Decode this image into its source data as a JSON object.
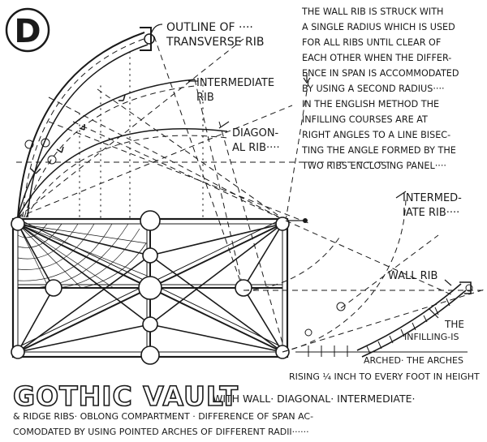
{
  "plate_letter": "D",
  "labels": {
    "outline_transverse": [
      "OUTLINE OF ····",
      "TRANSVERSE RIB"
    ],
    "intermediate_top": [
      "INTERMEDIATE",
      "RIB"
    ],
    "diagonal": [
      "DIAGON-",
      "AL RIB····"
    ],
    "intermediate_right": [
      "INTERMED-",
      "IATE RIB····"
    ],
    "wall_rib": "WALL RIB",
    "infilling": [
      "THE",
      "INFILLING-IS",
      "ARCHED· THE ARCHES"
    ],
    "rising": "RISING ¼ INCH TO EVERY FOOT IN HEIGHT"
  },
  "description_lines": [
    "THE WALL RIB IS STRUCK WITH",
    "A SINGLE RADIUS WHICH IS USED",
    "FOR ALL RIBS UNTIL CLEAR OF",
    "EACH OTHER WHEN THE DIFFER-",
    "ENCE IN SPAN IS ACCOMMODATED",
    "BY USING A SECOND RADIUS····",
    "IN THE ENGLISH METHOD THE",
    "INFILLING COURSES ARE AT",
    "RIGHT ANGLES TO A LINE BISEC-",
    "TING THE ANGLE FORMED BY THE",
    "TWO RIBS ENCLOSING PANEL····"
  ],
  "caption": {
    "title": "GOTHIC VAULT",
    "line1": "WITH WALL· DIAGONAL· INTERMEDIATE·",
    "line2": "& RIDGE RIBS· OBLONG COMPARTMENT · DIFFERENCE OF SPAN AC-",
    "line3": "COMODATED BY USING POINTED ARCHES OF DIFFERENT RADII······"
  }
}
